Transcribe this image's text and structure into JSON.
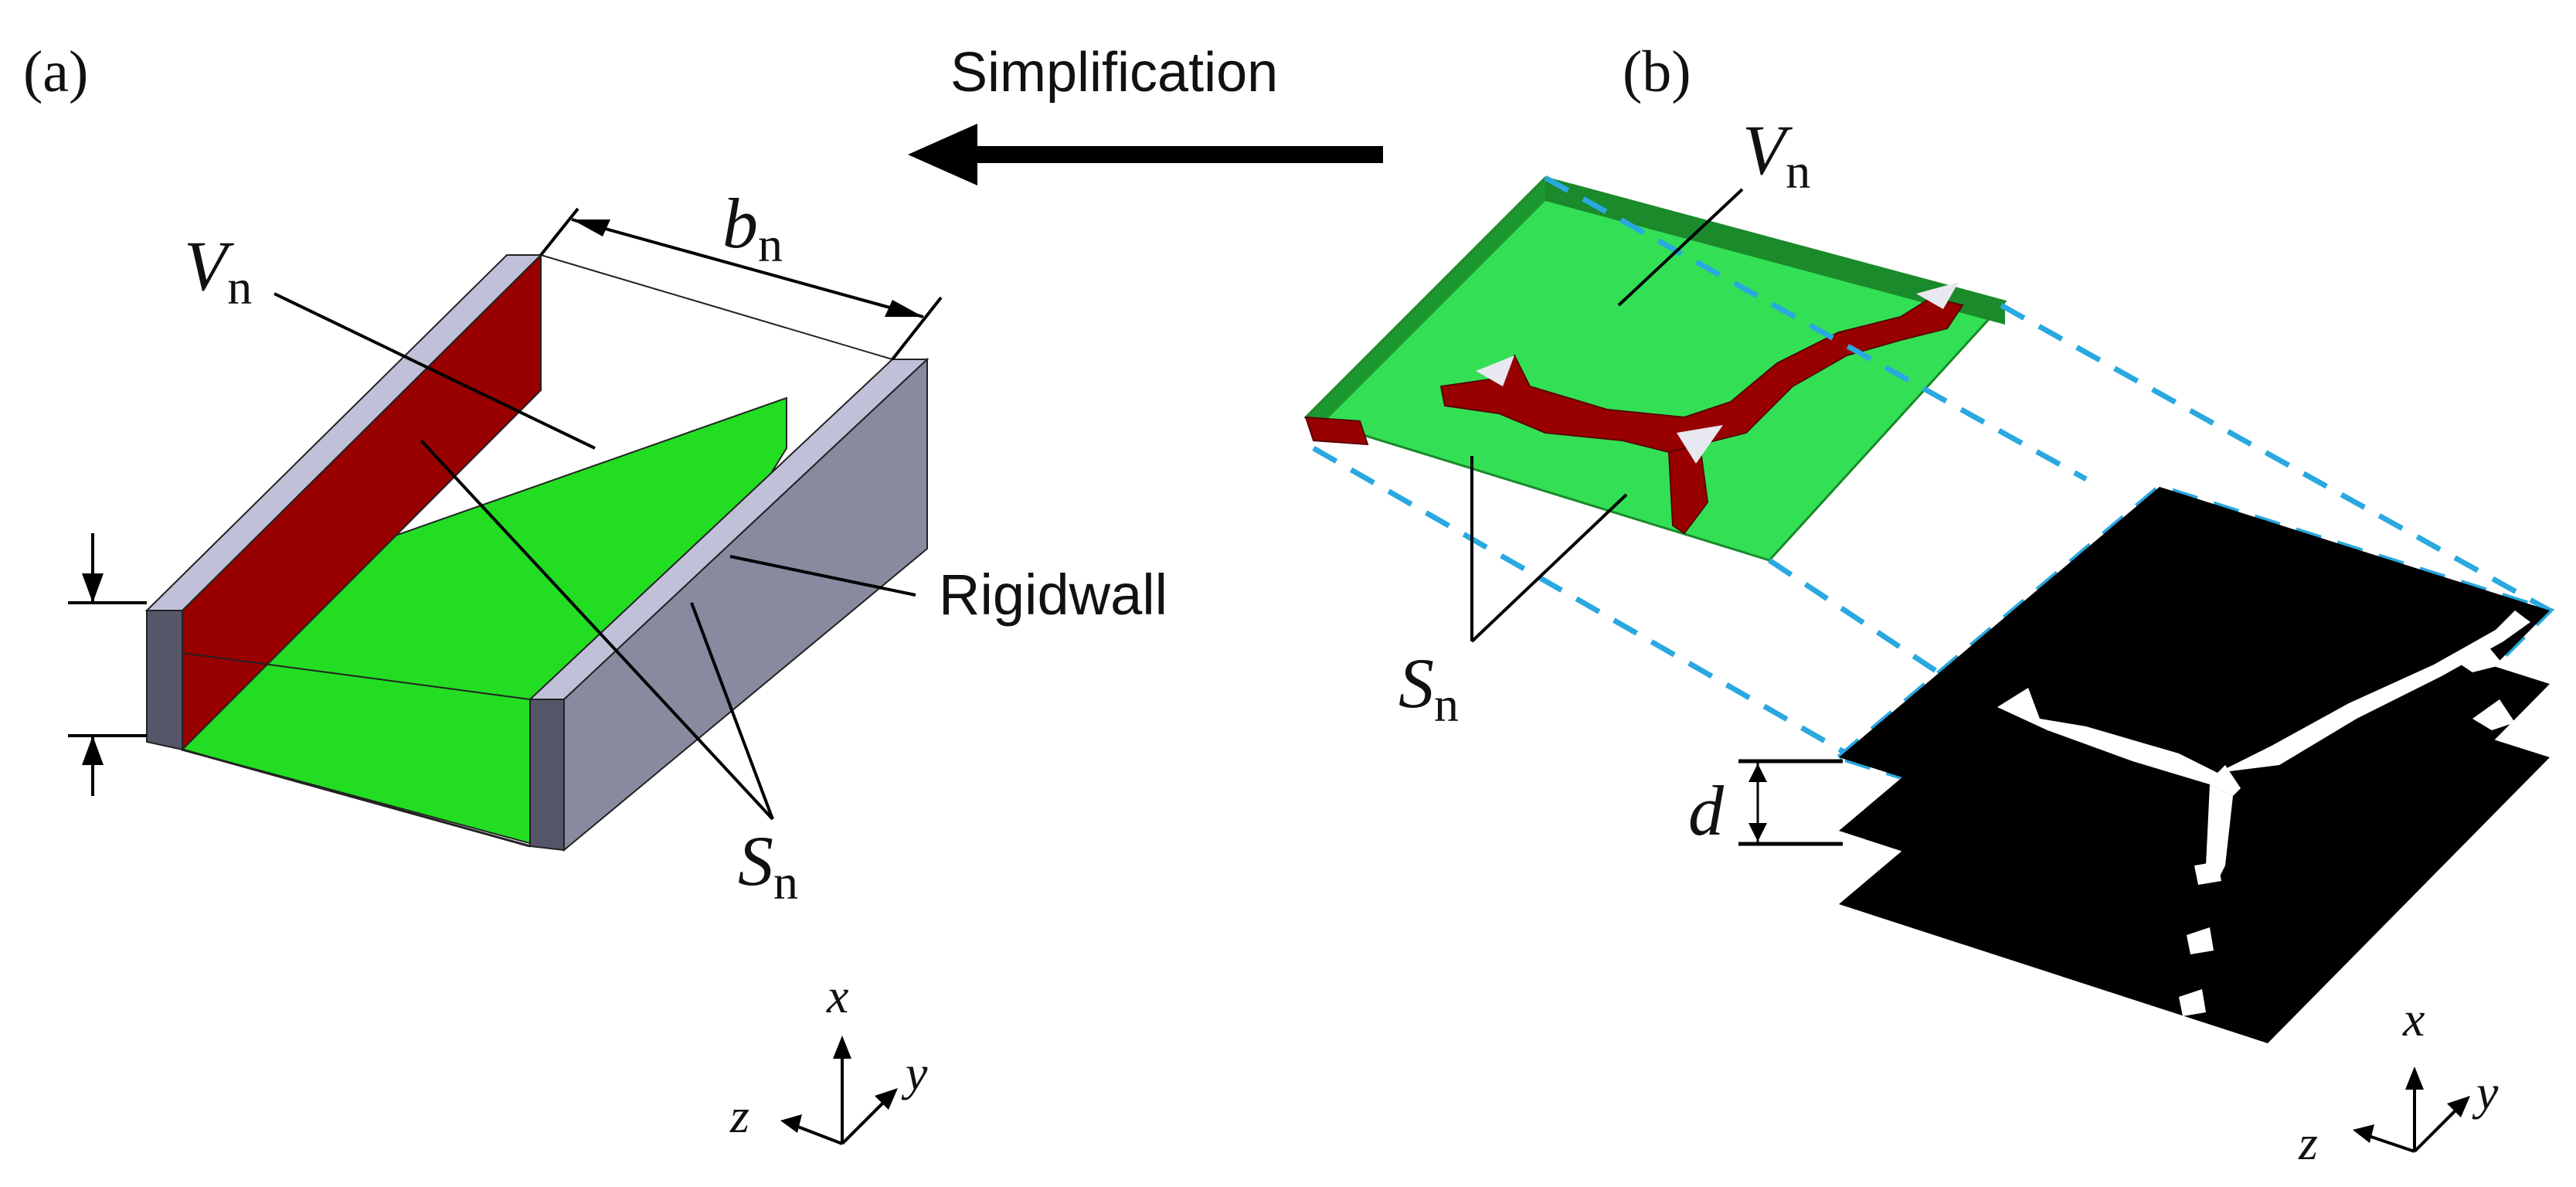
{
  "panels": {
    "a": {
      "label": "(a)"
    },
    "b": {
      "label": "(b)"
    }
  },
  "arrow": {
    "label": "Simplification"
  },
  "panel_a": {
    "volume_symbol": "V",
    "volume_subscript": "n",
    "width_symbol": "b",
    "width_subscript": "n",
    "surface_symbol": "S",
    "surface_subscript": "n",
    "wall_label": "Rigidwall"
  },
  "panel_b": {
    "volume_symbol": "V",
    "volume_subscript": "n",
    "surface_symbol": "S",
    "surface_subscript": "n",
    "spacing_symbol": "d"
  },
  "axes": {
    "x": "x",
    "y": "y",
    "z": "z"
  },
  "colors": {
    "green_face": "#22DD22",
    "light_green": "#33E055",
    "dark_green": "#1A8A2A",
    "red_face": "#9A0000",
    "wall_light": "#BFC0D8",
    "wall_mid": "#8A8CA2",
    "wall_dark": "#55566A",
    "cyan_dash": "#2AA8E0",
    "black": "#000000"
  }
}
